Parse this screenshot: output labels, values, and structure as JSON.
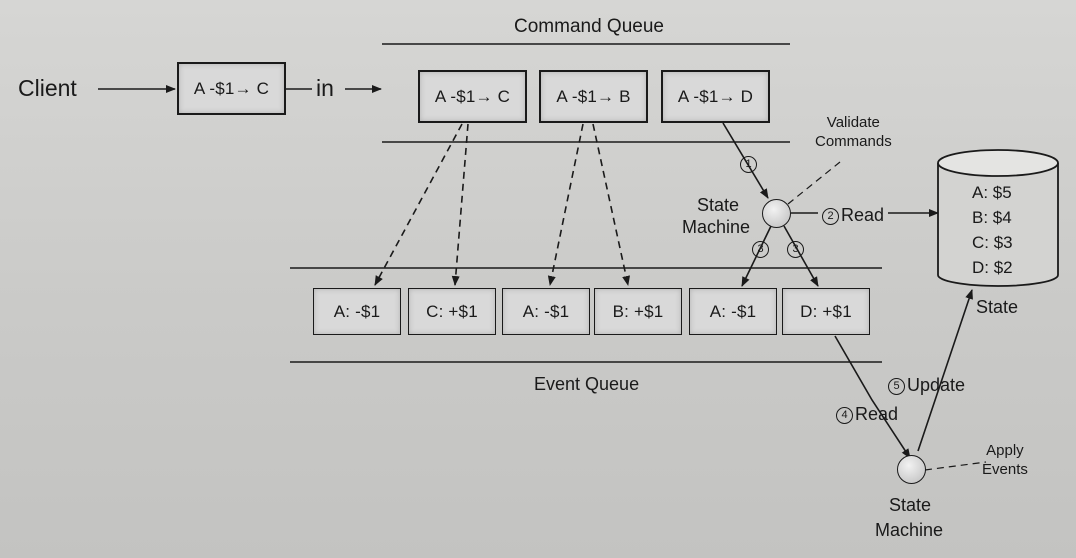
{
  "client_label": "Client",
  "in_label": "in",
  "incoming_command": "A -$1→ C",
  "command_queue": {
    "title": "Command Queue",
    "items": [
      "A -$1→ C",
      "A -$1→ B",
      "A -$1→ D"
    ]
  },
  "event_queue": {
    "title": "Event Queue",
    "items": [
      "A: -$1",
      "C: +$1",
      "A: -$1",
      "B: +$1",
      "A: -$1",
      "D: +$1"
    ]
  },
  "state_machine_top": {
    "line1": "State",
    "line2": "Machine"
  },
  "state_machine_bottom": {
    "line1": "State",
    "line2": "Machine"
  },
  "validate": {
    "line1": "Validate",
    "line2": "Commands"
  },
  "apply": {
    "line1": "Apply",
    "line2": "Events"
  },
  "steps": {
    "s1": "1",
    "s2": "2",
    "s2_label": "Read",
    "s3a": "3",
    "s3b": "3",
    "s4": "4",
    "s4_label": "Read",
    "s5": "5",
    "s5_label": "Update"
  },
  "state_store": {
    "label": "State",
    "rows": [
      "A: $5",
      "B: $4",
      "C: $3",
      "D: $2"
    ]
  },
  "colors": {
    "line": "#1a1a1a",
    "box": "#d9d9d9",
    "background": "#cfcfcd"
  }
}
